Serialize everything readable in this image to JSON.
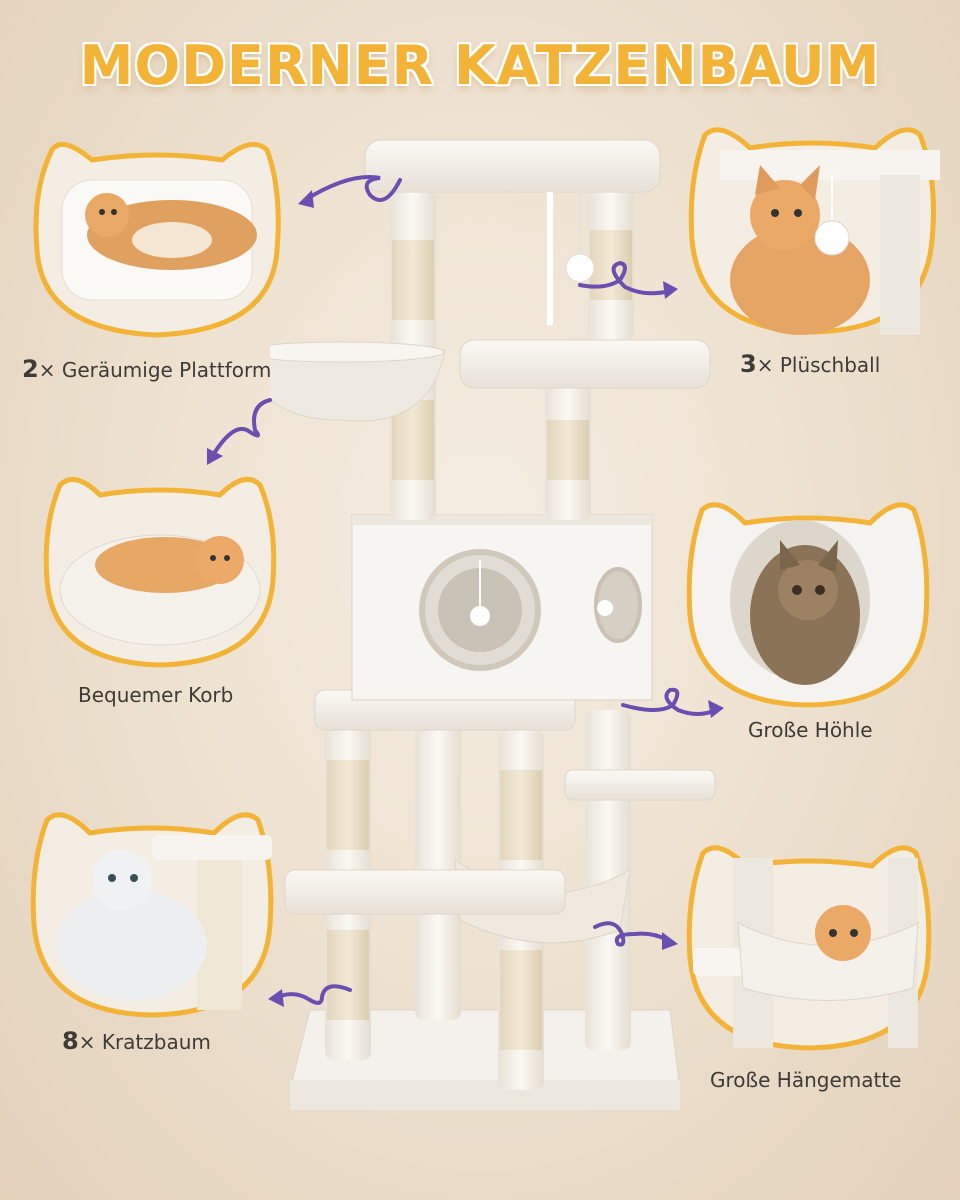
{
  "title": "MODERNER KATZENBAUM",
  "features": [
    {
      "count": "2",
      "times": "×",
      "label": "Geräumige Plattform"
    },
    {
      "count": "3",
      "times": "×",
      "label": "Plüschball"
    },
    {
      "count": "",
      "times": "",
      "label": "Bequemer Korb"
    },
    {
      "count": "",
      "times": "",
      "label": "Große Höhle"
    },
    {
      "count": "8",
      "times": "×",
      "label": "Kratzbaum"
    },
    {
      "count": "",
      "times": "",
      "label": "Große Hängematte"
    }
  ],
  "colors": {
    "title": "#f2b336",
    "bubble_border": "#f2b336",
    "arrow": "#6a4fb0",
    "text": "#3e3a36"
  }
}
